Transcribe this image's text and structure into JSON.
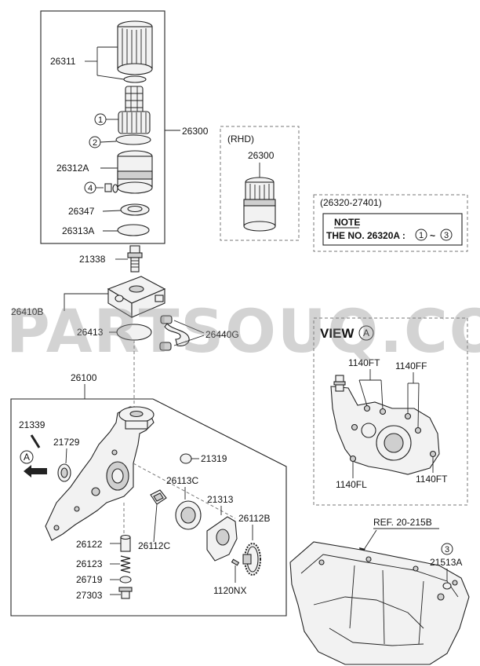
{
  "watermark": "PARTSOUQ.COM",
  "filter_group": {
    "filter": "26311",
    "element_circle": "1",
    "oring_circle": "2",
    "assembly": "26300",
    "housing": "26312A",
    "plug_circle": "4",
    "gasket": "26347",
    "oring": "26313A"
  },
  "rhd": {
    "title": "(RHD)",
    "part": "26300"
  },
  "note": {
    "range": "(26320-27401)",
    "heading": "NOTE",
    "text": "THE NO. 26320A :",
    "from": "1",
    "tilde": "~",
    "to": "3"
  },
  "cooler": {
    "fitting": "21338",
    "cooler": "26410B",
    "gasket": "26413",
    "hose": "26440G"
  },
  "view_a": {
    "title": "VIEW",
    "marker": "A",
    "labels": [
      "1140FT",
      "1140FF",
      "1140FL",
      "1140FT"
    ]
  },
  "pump": {
    "assembly": "26100",
    "pin": "21339",
    "marker": "A",
    "seal": "21729",
    "oring": "21319",
    "rotor_outer": "26113C",
    "cover": "21313",
    "gear": "26112B",
    "plunger": "26122",
    "rotor_inner": "26112C",
    "spring": "26123",
    "washer": "26719",
    "plug": "27303",
    "key": "1120NX"
  },
  "pan": {
    "ref": "REF. 20-215B",
    "circle": "3",
    "part": "21513A"
  }
}
